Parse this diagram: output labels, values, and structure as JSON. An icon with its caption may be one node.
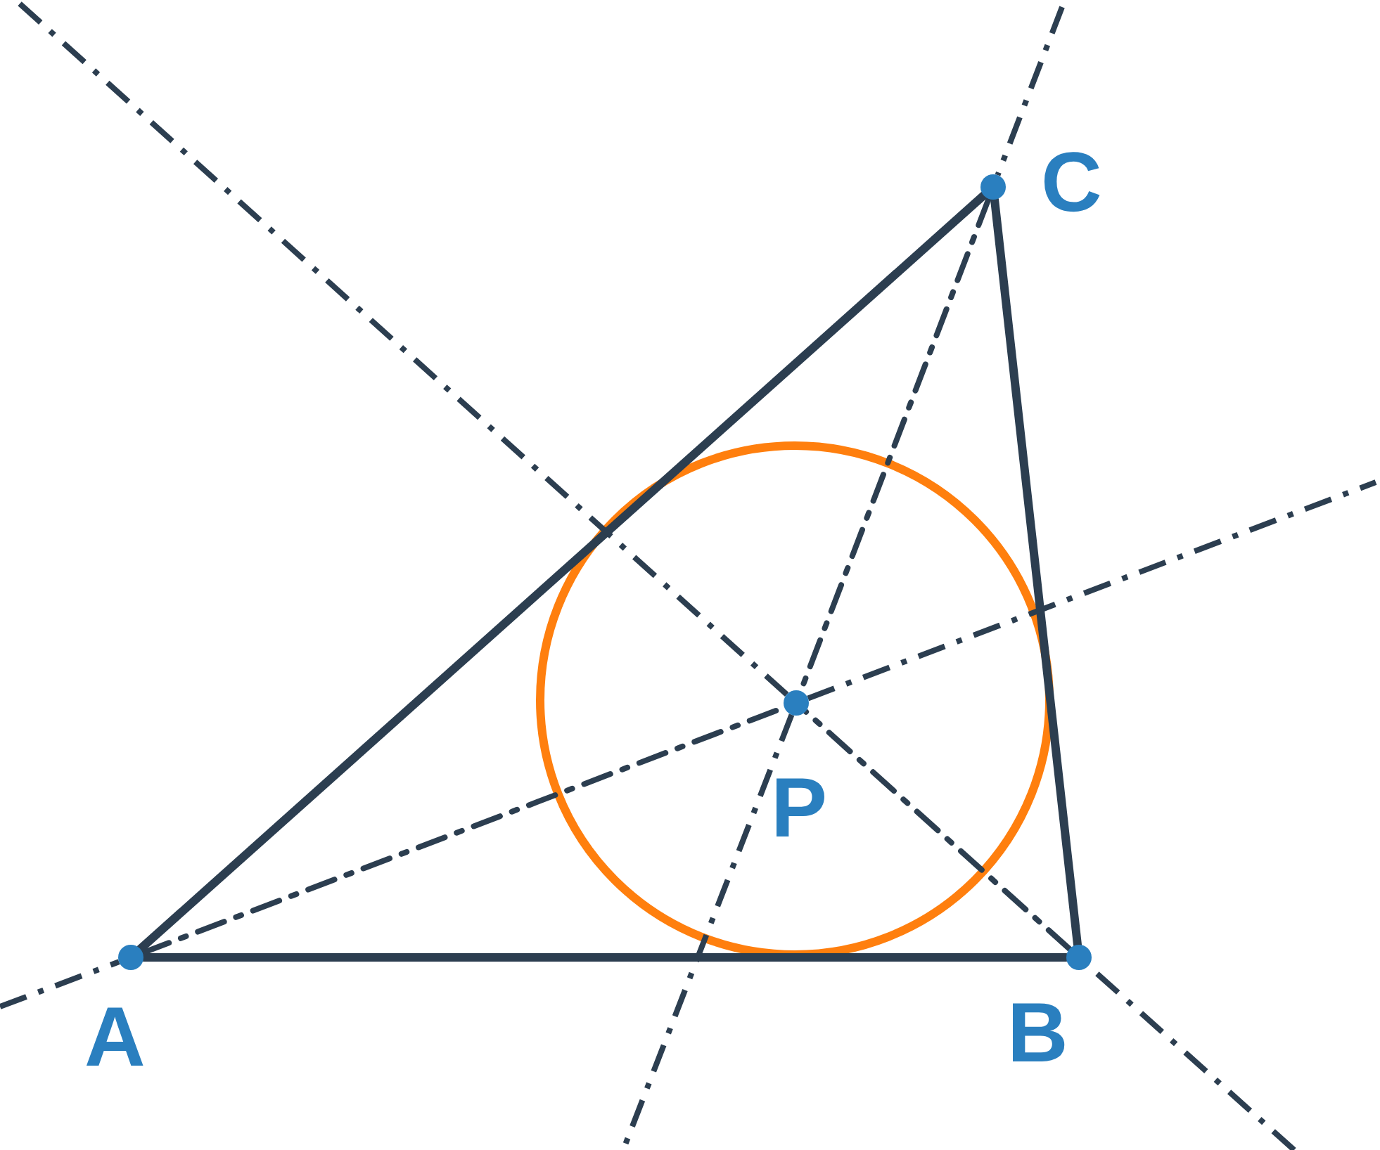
{
  "diagram": {
    "nodes": [
      {
        "text": [],
        "shape": "circle",
        "beside": [
          "C"
        ]
      },
      {
        "text": [],
        "shape": "circle",
        "beside": [
          "P"
        ]
      },
      {
        "text": [],
        "shape": "circle",
        "beside": [
          "A"
        ]
      },
      {
        "text": [],
        "shape": "circle",
        "beside": [
          "B"
        ]
      }
    ],
    "edges": [
      {
        "from": 2,
        "to": 3,
        "arrow": "none"
      },
      {
        "from": 3,
        "to": 0,
        "arrow": "none"
      },
      {
        "from": 0,
        "to": 2,
        "arrow": "none"
      },
      {
        "from": 2,
        "to": 1,
        "arrow": "none",
        "style": "dashed"
      },
      {
        "from": 3,
        "to": 1,
        "arrow": "none",
        "style": "dashed"
      },
      {
        "from": 0,
        "to": 1,
        "arrow": "none",
        "style": "dashed"
      }
    ]
  }
}
